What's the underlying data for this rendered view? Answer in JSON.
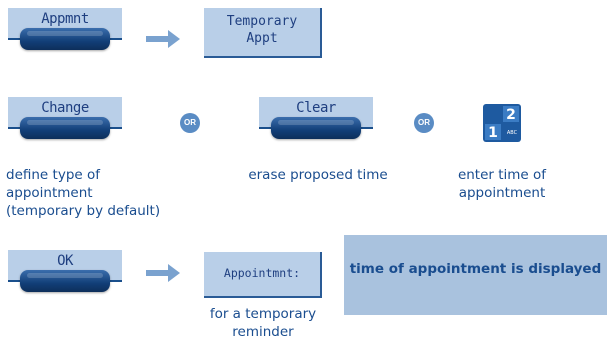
{
  "row1": {
    "softkey_label": "Appmnt",
    "display_line1": "Temporary",
    "display_line2": "Appt"
  },
  "row2": {
    "change_label": "Change",
    "clear_label": "Clear",
    "or_label": "OR",
    "keypad_digit_1": "1",
    "keypad_digit_2": "2",
    "keypad_letters": "ABC",
    "caption_change_1": "define type of",
    "caption_change_2": "appointment",
    "caption_change_3": "(temporary by default)",
    "caption_clear": "erase proposed time",
    "caption_keypad_1": "enter time of",
    "caption_keypad_2": "appointment"
  },
  "row3": {
    "ok_label": "OK",
    "display_text": "Appointmnt:",
    "caption_1": "for a temporary",
    "caption_2": "reminder",
    "info_text": "time of appointment is displayed"
  },
  "colors": {
    "screen": "#b9cfe8",
    "key": "#123f78",
    "text": "#1a4d8f",
    "panel": "#a9c2de",
    "arrow": "#7aa2cf"
  }
}
